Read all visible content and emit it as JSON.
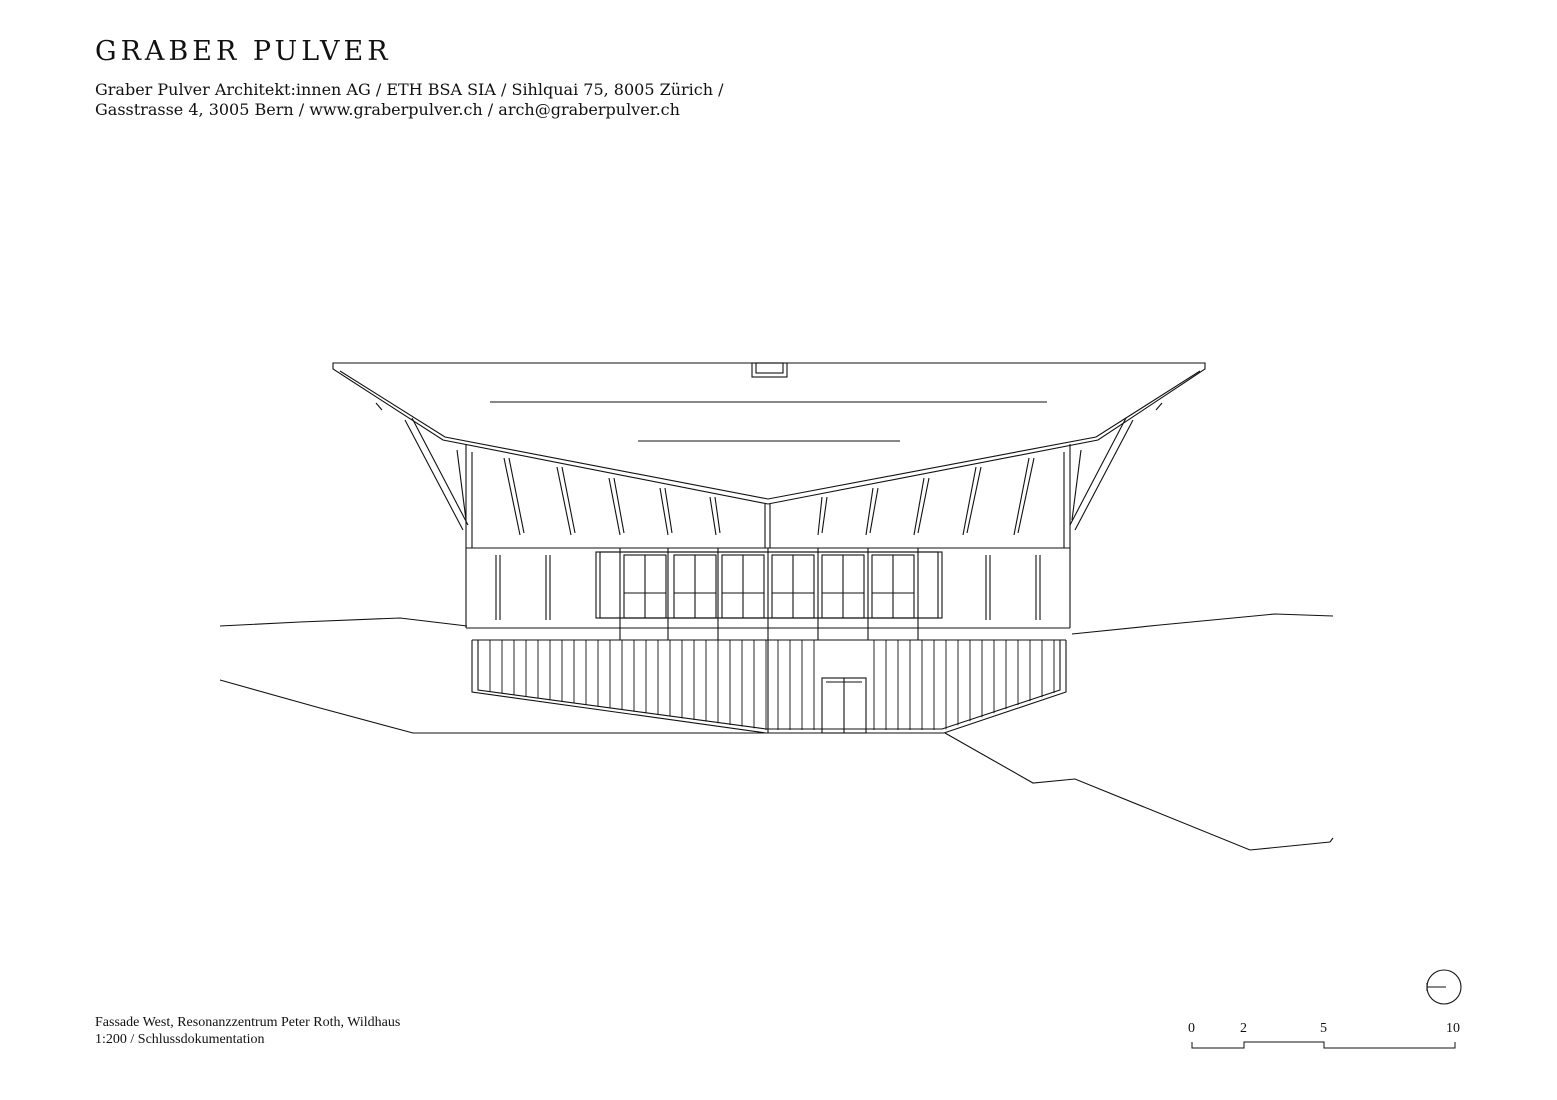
{
  "header": {
    "logo": "GRABER PULVER",
    "address_line_1": "Graber Pulver Architekt:innen AG / ETH BSA SIA / Sihlquai 75, 8005 Zürich /",
    "address_line_2": "Gasstrasse 4, 3005 Bern / www.graberpulver.ch / arch@graberpulver.ch"
  },
  "caption": {
    "line_1": "Fassade West, Resonanzzentrum Peter Roth, Wildhaus",
    "line_2": "1:200 / Schlussdokumentation"
  },
  "scale_bar": {
    "labels": [
      "0",
      "2",
      "5",
      "10"
    ]
  },
  "north_arrow": {
    "icon": "north-arrow-icon"
  }
}
